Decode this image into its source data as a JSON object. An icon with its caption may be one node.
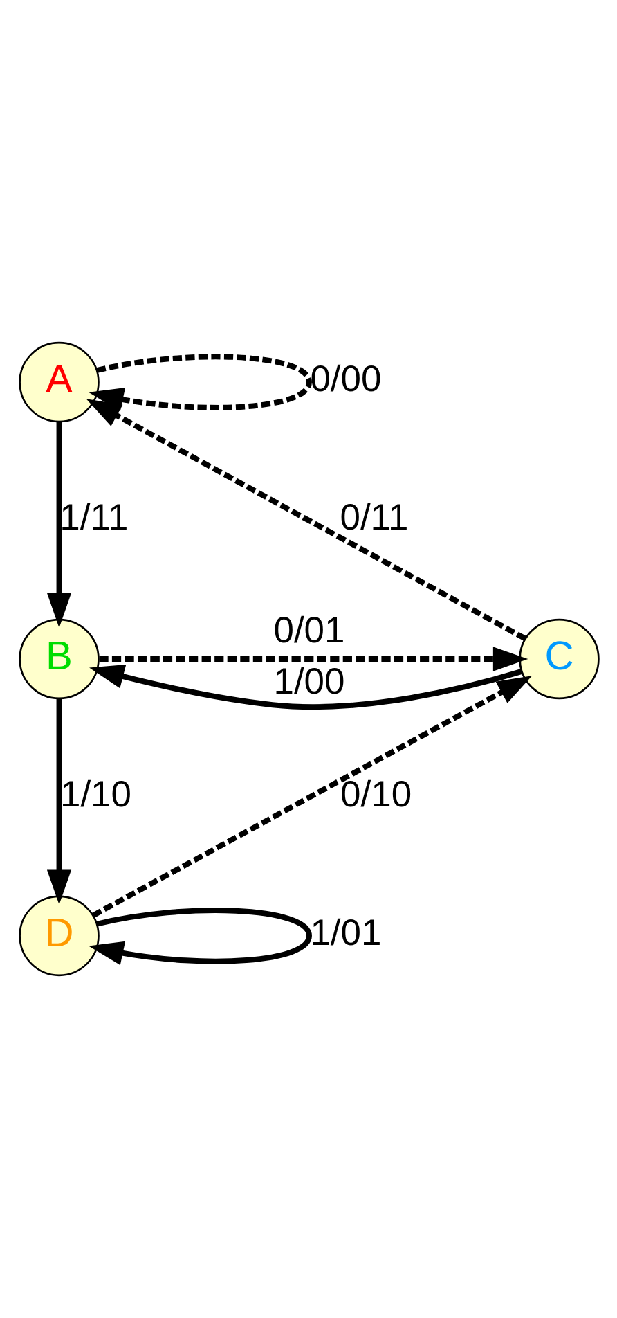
{
  "diagram": {
    "nodes": [
      {
        "text": [
          "A"
        ]
      },
      {
        "text": [
          "B"
        ]
      },
      {
        "text": [
          "C"
        ]
      },
      {
        "text": [
          "D"
        ]
      }
    ],
    "edges": [
      {
        "from": 0,
        "to": 0,
        "arrow": "to",
        "label": "0/00",
        "style": "dashed"
      },
      {
        "from": 0,
        "to": 1,
        "arrow": "to",
        "label": "1/11"
      },
      {
        "from": 1,
        "to": 2,
        "arrow": "to",
        "label": "0/01",
        "style": "dashed"
      },
      {
        "from": 2,
        "to": 1,
        "arrow": "to",
        "label": "1/00"
      },
      {
        "from": 2,
        "to": 0,
        "arrow": "to",
        "label": "0/11",
        "style": "dashed"
      },
      {
        "from": 1,
        "to": 3,
        "arrow": "to",
        "label": "1/10"
      },
      {
        "from": 3,
        "to": 2,
        "arrow": "to",
        "label": "0/10",
        "style": "dashed"
      },
      {
        "from": 3,
        "to": 3,
        "arrow": "to",
        "label": "1/01"
      }
    ]
  }
}
